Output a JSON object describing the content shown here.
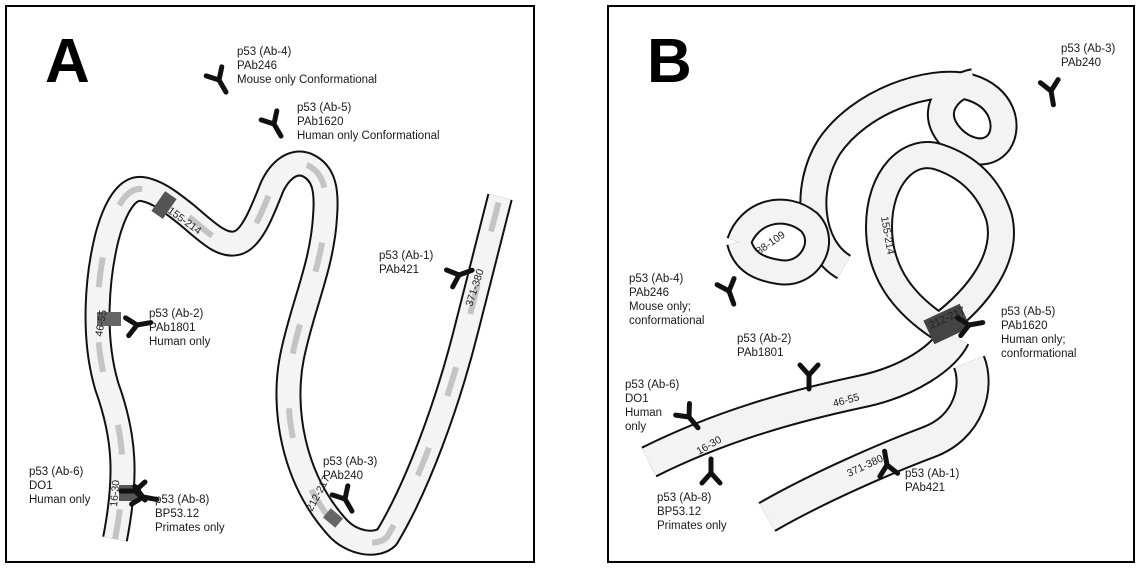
{
  "panels": {
    "A": {
      "letter": "A",
      "antibodies": [
        {
          "lines": [
            "p53 (Ab-4)",
            "PAb246",
            "Mouse only Conformational"
          ]
        },
        {
          "lines": [
            "p53 (Ab-5)",
            "PAb1620",
            "Human only Conformational"
          ]
        },
        {
          "lines": [
            "p53 (Ab-1)",
            "PAb421"
          ]
        },
        {
          "lines": [
            "p53 (Ab-2)",
            "PAb1801",
            "Human only"
          ]
        },
        {
          "lines": [
            "p53 (Ab-3)",
            "PAb240"
          ]
        },
        {
          "lines": [
            "p53 (Ab-6)",
            "DO1",
            "Human only"
          ]
        },
        {
          "lines": [
            "p53 (Ab-8)",
            "BP53.12",
            "Primates only"
          ]
        }
      ],
      "regions": [
        "155-214",
        "46-55",
        "371-380",
        "212-217",
        "16-30"
      ]
    },
    "B": {
      "letter": "B",
      "antibodies": [
        {
          "lines": [
            "p53 (Ab-3)",
            "PAb240"
          ]
        },
        {
          "lines": [
            "p53 (Ab-4)",
            "PAb246",
            "Mouse only;",
            "conformational"
          ]
        },
        {
          "lines": [
            "p53 (Ab-5)",
            "PAb1620",
            "Human only;",
            "conformational"
          ]
        },
        {
          "lines": [
            "p53 (Ab-2)",
            "PAb1801"
          ]
        },
        {
          "lines": [
            "p53 (Ab-6)",
            "DO1",
            "Human",
            "only"
          ]
        },
        {
          "lines": [
            "p53 (Ab-8)",
            "BP53.12",
            "Primates only"
          ]
        },
        {
          "lines": [
            "p53 (Ab-1)",
            "PAb421"
          ]
        }
      ],
      "regions": [
        "212-217",
        "88-109",
        "155-214",
        "46-55",
        "16-30",
        "371-380"
      ]
    }
  }
}
